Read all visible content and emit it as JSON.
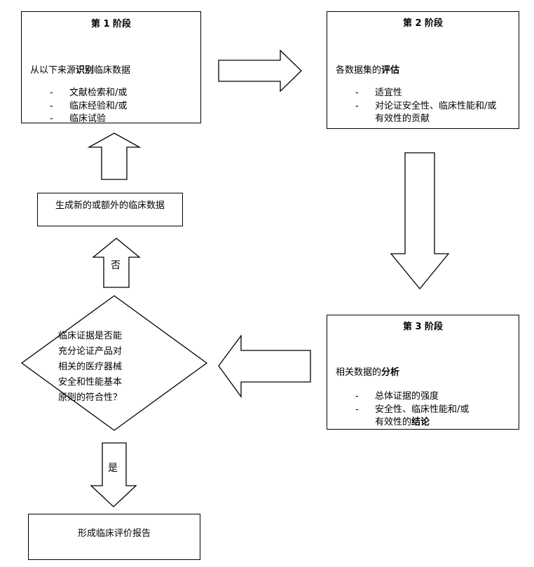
{
  "stage1": {
    "title": "第 1 阶段",
    "line_prefix": "从以下来源",
    "line_bold": "识别",
    "line_suffix": "临床数据",
    "items": [
      "文献检索和/或",
      "临床经验和/或",
      "临床试验"
    ]
  },
  "stage2": {
    "title": "第 2 阶段",
    "line_prefix": "各数据集的",
    "line_bold": "评估",
    "items": [
      "适宜性",
      "对论证安全性、临床性能和/或"
    ],
    "item2_cont": "有效性的贡献"
  },
  "stage3": {
    "title": "第 3 阶段",
    "line_prefix": "相关数据的",
    "line_bold": "分析",
    "items": [
      "总体证据的强度",
      "安全性、临床性能和/或"
    ],
    "item2_cont_prefix": "有效性的",
    "item2_cont_bold": "结论"
  },
  "generate_box": {
    "label": "生成新的或额外的临床数据"
  },
  "decision": {
    "lines": [
      "临床证据是否能",
      "充分论证产品对",
      "相关的医疗器械",
      "安全和性能基本",
      "原则的符合性？"
    ]
  },
  "no_label": "否",
  "yes_label": "是",
  "report_box": {
    "label": "形成临床评价报告"
  }
}
